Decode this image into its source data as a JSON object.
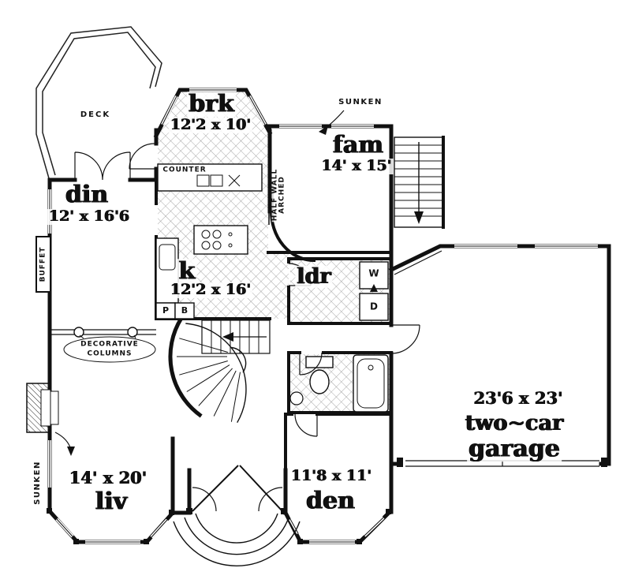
{
  "plan": {
    "rooms": {
      "deck": {
        "name": "DECK"
      },
      "brk": {
        "name": "brk",
        "dims": "12'2 x 10'"
      },
      "fam": {
        "name": "fam",
        "dims": "14' x 15'"
      },
      "din": {
        "name": "din",
        "dims": "12' x 16'6"
      },
      "kitchen": {
        "name": "k",
        "dims": "12'2 x 16'"
      },
      "ldr": {
        "name": "ldr"
      },
      "liv": {
        "name": "liv",
        "dims": "14' x 20'"
      },
      "den": {
        "name": "den",
        "dims": "11'8 x 11'"
      },
      "garage": {
        "name": "two~car",
        "name2": "garage",
        "dims": "23'6 x 23'"
      }
    },
    "annotations": {
      "sunken_top": "SUNKEN",
      "sunken_side": "SUNKEN",
      "counter": "COUNTER",
      "half_wall_line1": "HALF WALL",
      "half_wall_line2": "ARCHED",
      "buffet": "BUFFET",
      "decorative_line1": "DECORATIVE",
      "decorative_line2": "COLUMNS",
      "washer": "W",
      "dryer": "D",
      "pantry": "P",
      "broom": "B"
    },
    "colors": {
      "wall": "#111111",
      "tile_line": "#8a8a8a"
    }
  }
}
